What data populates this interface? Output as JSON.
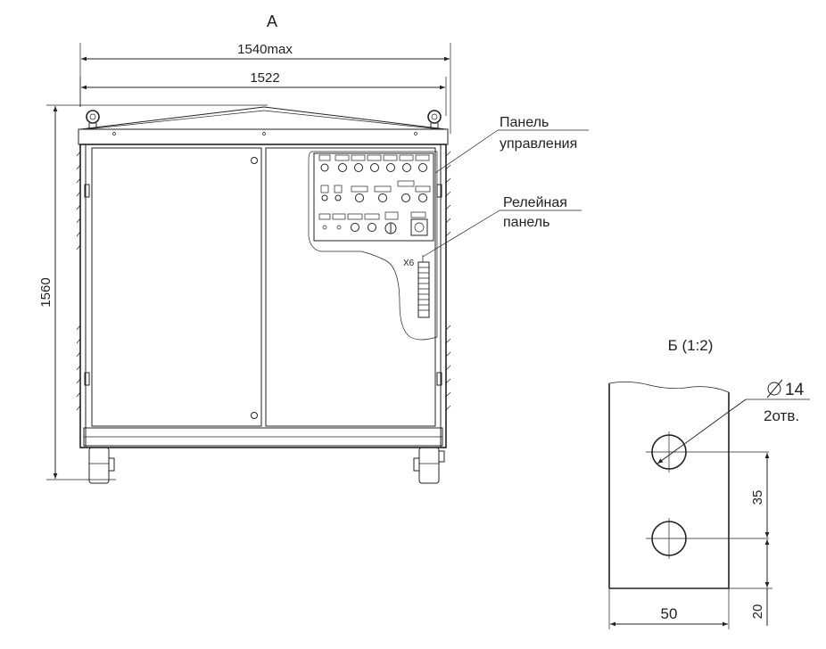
{
  "view_a": {
    "title": "А",
    "dim_width_max": "1540max",
    "dim_width": "1522",
    "dim_height": "1560",
    "callout_control_line1": "Панель",
    "callout_control_line2": "управления",
    "callout_relay_line1": "Релейная",
    "callout_relay_line2": "панель",
    "connector_label": "X6"
  },
  "view_b": {
    "title": "Б (1:2)",
    "hole_diameter": "14",
    "hole_count": "2отв.",
    "dim_spacing": "35",
    "dim_edge": "20",
    "dim_width": "50"
  },
  "icons": {
    "diameter_symbol": "diameter-symbol-icon"
  }
}
